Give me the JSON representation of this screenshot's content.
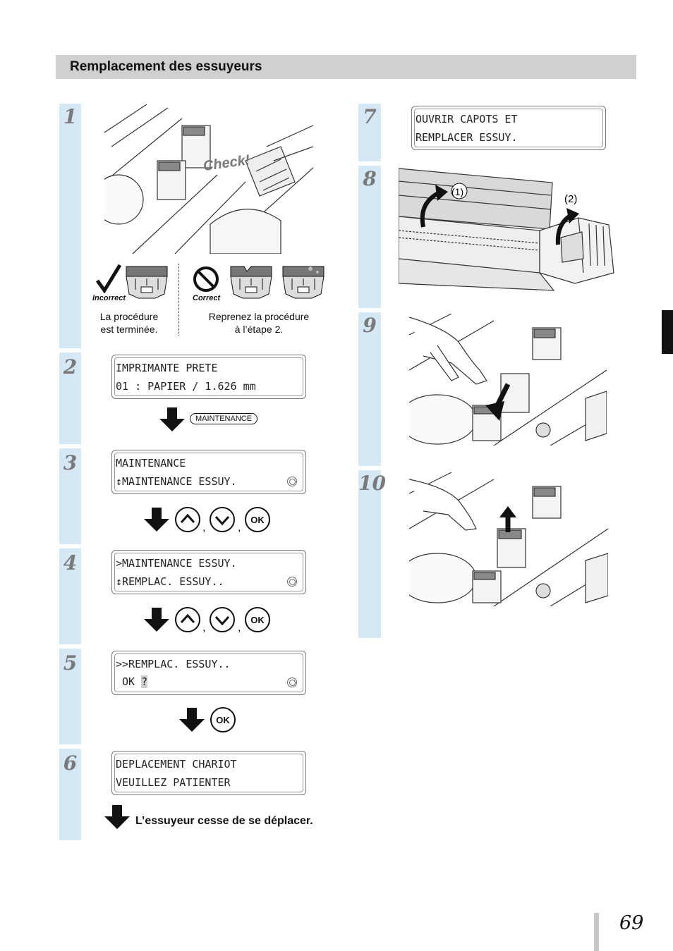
{
  "header": {
    "title": "Remplacement des essuyeurs"
  },
  "steps": {
    "s1": "1",
    "s2": "2",
    "s3": "3",
    "s4": "4",
    "s5": "5",
    "s6": "6",
    "s7": "7",
    "s8": "8",
    "s9": "9",
    "s10": "10"
  },
  "step1": {
    "check_label": "Check!",
    "incorrect_label": "Incorrect",
    "correct_label": "Correct",
    "left_caption_line1": "La procédure",
    "left_caption_line2": "est terminée.",
    "right_caption_line1": "Reprenez la procédure",
    "right_caption_line2": "à l’étape 2."
  },
  "step2": {
    "lcd_line1": "IMPRIMANTE PRETE",
    "lcd_line2": "01 : PAPIER / 1.626 mm",
    "button_label": "MAINTENANCE"
  },
  "step3": {
    "lcd_line1": "MAINTENANCE",
    "lcd_line2": "↕MAINTENANCE ESSUY."
  },
  "step4": {
    "lcd_line1": ">MAINTENANCE ESSUY.",
    "lcd_line2": "↕REMPLAC. ESSUY.."
  },
  "step5": {
    "lcd_line1": ">>REMPLAC. ESSUY..",
    "lcd_line2_prefix": " OK ",
    "lcd_line2_highlight": "?"
  },
  "step6": {
    "lcd_line1": "DEPLACEMENT CHARIOT",
    "lcd_line2": "VEUILLEZ PATIENTER",
    "note": "L’essuyeur cesse de se déplacer."
  },
  "step7": {
    "lcd_line1": "OUVRIR CAPOTS ET",
    "lcd_line2": "REMPLACER ESSUY."
  },
  "step8": {
    "callout1": "(1)",
    "callout2": "(2)"
  },
  "buttons": {
    "ok": "OK",
    "comma": ","
  },
  "page": {
    "number": "69"
  }
}
